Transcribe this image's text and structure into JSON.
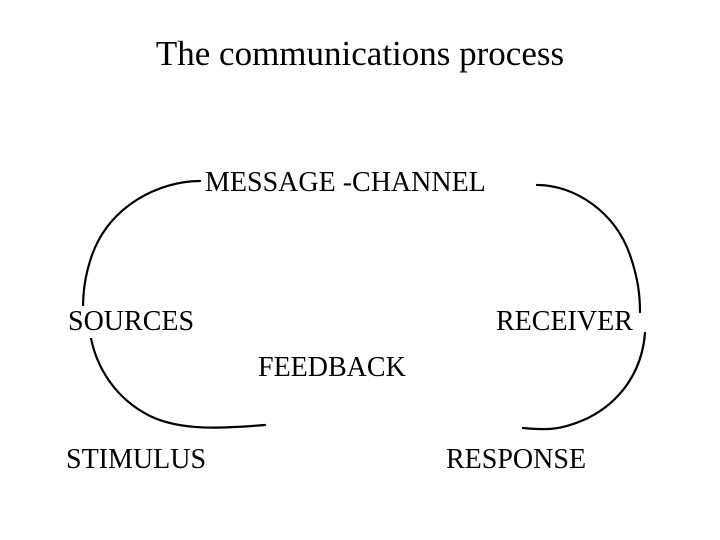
{
  "slide": {
    "title": "The communications process",
    "background_color": "#ffffff",
    "text_color": "#000000"
  },
  "diagram": {
    "type": "communication-loop",
    "stroke_color": "#000000",
    "stroke_width": 2,
    "shape": "oval",
    "labels": [
      {
        "id": "message",
        "text": "MESSAGE -CHANNEL",
        "position": "top"
      },
      {
        "id": "sources",
        "text": "SOURCES",
        "position": "left"
      },
      {
        "id": "receiver",
        "text": "RECEIVER",
        "position": "right"
      },
      {
        "id": "feedback",
        "text": "FEEDBACK",
        "position": "center"
      },
      {
        "id": "stimulus",
        "text": "STIMULUS",
        "position": "bottom-left"
      },
      {
        "id": "response",
        "text": "RESPONSE",
        "position": "bottom-right"
      }
    ]
  }
}
